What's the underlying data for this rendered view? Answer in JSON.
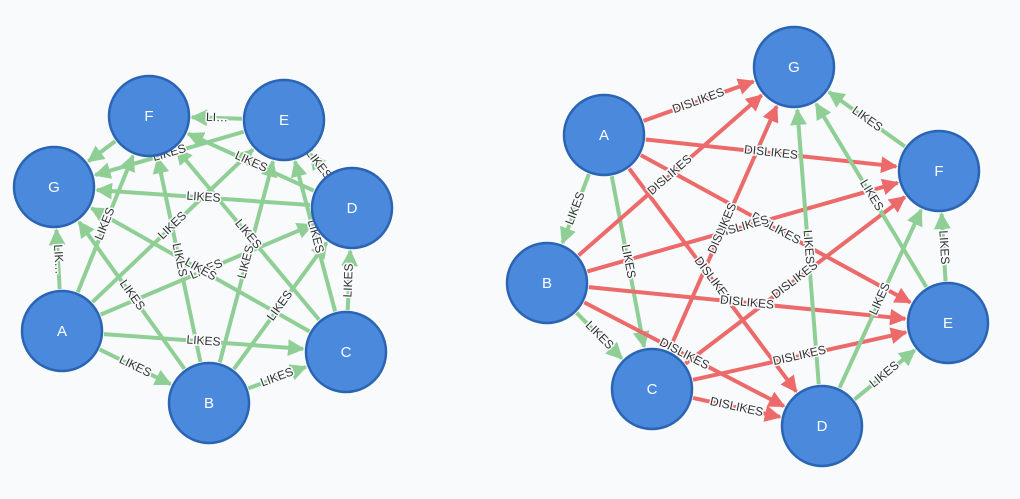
{
  "graphs": [
    {
      "id": "likes-graph",
      "nodes": [
        "A",
        "B",
        "C",
        "D",
        "E",
        "F",
        "G"
      ],
      "edges": [
        {
          "from": "A",
          "to": "B",
          "label": "LIKES",
          "type": "likes"
        },
        {
          "from": "A",
          "to": "C",
          "label": "LIKES",
          "type": "likes"
        },
        {
          "from": "A",
          "to": "D",
          "label": "LIKES",
          "type": "likes"
        },
        {
          "from": "A",
          "to": "E",
          "label": "LIKES",
          "type": "likes"
        },
        {
          "from": "A",
          "to": "F",
          "label": "LIKES",
          "type": "likes"
        },
        {
          "from": "A",
          "to": "G",
          "label": "LIK…",
          "type": "likes"
        },
        {
          "from": "B",
          "to": "C",
          "label": "LIKES",
          "type": "likes"
        },
        {
          "from": "B",
          "to": "D",
          "label": "LIKES",
          "type": "likes"
        },
        {
          "from": "B",
          "to": "E",
          "label": "LIKES",
          "type": "likes"
        },
        {
          "from": "B",
          "to": "F",
          "label": "LIKES",
          "type": "likes"
        },
        {
          "from": "B",
          "to": "G",
          "label": "LIKES",
          "type": "likes"
        },
        {
          "from": "C",
          "to": "D",
          "label": "LIKES",
          "type": "likes"
        },
        {
          "from": "C",
          "to": "E",
          "label": "LIKES",
          "type": "likes"
        },
        {
          "from": "C",
          "to": "F",
          "label": "LIKES",
          "type": "likes"
        },
        {
          "from": "C",
          "to": "G",
          "label": "LIKES",
          "type": "likes"
        },
        {
          "from": "D",
          "to": "E",
          "label": "LIKES",
          "type": "likes"
        },
        {
          "from": "D",
          "to": "F",
          "label": "LIKES",
          "type": "likes"
        },
        {
          "from": "D",
          "to": "G",
          "label": "LIKES",
          "type": "likes"
        },
        {
          "from": "E",
          "to": "F",
          "label": "LI…",
          "type": "likes"
        },
        {
          "from": "E",
          "to": "G",
          "label": "LIKES",
          "type": "likes"
        },
        {
          "from": "F",
          "to": "G",
          "label": "",
          "type": "likes"
        }
      ]
    },
    {
      "id": "likes-dislikes-graph",
      "nodes": [
        "A",
        "B",
        "C",
        "D",
        "E",
        "F",
        "G"
      ],
      "edges": [
        {
          "from": "A",
          "to": "B",
          "label": "LIKES",
          "type": "likes"
        },
        {
          "from": "A",
          "to": "C",
          "label": "LIKES",
          "type": "likes"
        },
        {
          "from": "A",
          "to": "D",
          "label": "DISLIKES",
          "type": "dislikes"
        },
        {
          "from": "A",
          "to": "E",
          "label": "DISLIKES",
          "type": "dislikes"
        },
        {
          "from": "A",
          "to": "F",
          "label": "DISLIKES",
          "type": "dislikes"
        },
        {
          "from": "A",
          "to": "G",
          "label": "DISLIKES",
          "type": "dislikes"
        },
        {
          "from": "B",
          "to": "C",
          "label": "LIKES",
          "type": "likes"
        },
        {
          "from": "B",
          "to": "D",
          "label": "DISLIKES",
          "type": "dislikes"
        },
        {
          "from": "B",
          "to": "E",
          "label": "DISLIKES",
          "type": "dislikes"
        },
        {
          "from": "B",
          "to": "F",
          "label": "DISLIKES",
          "type": "dislikes"
        },
        {
          "from": "B",
          "to": "G",
          "label": "DISLIKES",
          "type": "dislikes"
        },
        {
          "from": "C",
          "to": "D",
          "label": "DISLIKES",
          "type": "dislikes"
        },
        {
          "from": "C",
          "to": "E",
          "label": "DISLIKES",
          "type": "dislikes"
        },
        {
          "from": "C",
          "to": "F",
          "label": "DISLIKES",
          "type": "dislikes"
        },
        {
          "from": "C",
          "to": "G",
          "label": "DISLIKES",
          "type": "dislikes"
        },
        {
          "from": "D",
          "to": "E",
          "label": "LIKES",
          "type": "likes"
        },
        {
          "from": "D",
          "to": "F",
          "label": "LIKES",
          "type": "likes"
        },
        {
          "from": "D",
          "to": "G",
          "label": "LIKES",
          "type": "likes"
        },
        {
          "from": "E",
          "to": "F",
          "label": "LIKES",
          "type": "likes"
        },
        {
          "from": "E",
          "to": "G",
          "label": "LIKES",
          "type": "likes"
        },
        {
          "from": "F",
          "to": "G",
          "label": "LIKES",
          "type": "likes"
        }
      ]
    }
  ],
  "colors": {
    "node_fill": "#4a89dc",
    "node_stroke": "#2a64b3",
    "likes_edge": "#8fcf96",
    "dislikes_edge": "#ec6a6a",
    "background": "#f9fafc"
  }
}
